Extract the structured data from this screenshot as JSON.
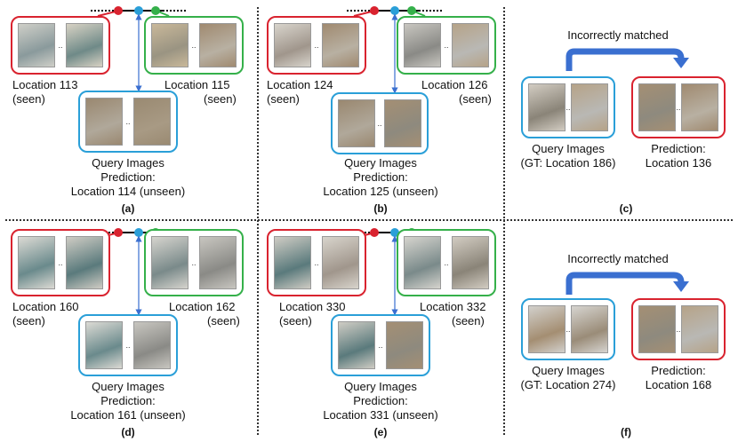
{
  "panels": [
    {
      "id": "a",
      "left_label": "Location 113",
      "left_sub": "(seen)",
      "right_label": "Location 115",
      "right_sub": "(seen)",
      "q1": "Query Images",
      "q2": "Prediction:",
      "q3": "Location 114 (unseen)",
      "tag": "(a)"
    },
    {
      "id": "b",
      "left_label": "Location 124",
      "left_sub": "(seen)",
      "right_label": "Location 126",
      "right_sub": "(seen)",
      "q1": "Query Images",
      "q2": "Prediction:",
      "q3": "Location 125 (unseen)",
      "tag": "(b)"
    },
    {
      "id": "d",
      "left_label": "Location 160",
      "left_sub": "(seen)",
      "right_label": "Location 162",
      "right_sub": "(seen)",
      "q1": "Query Images",
      "q2": "Prediction:",
      "q3": "Location 161 (unseen)",
      "tag": "(d)"
    },
    {
      "id": "e",
      "left_label": "Location 330",
      "left_sub": "(seen)",
      "right_label": "Location 332",
      "right_sub": "(seen)",
      "q1": "Query Images",
      "q2": "Prediction:",
      "q3": "Location 331 (unseen)",
      "tag": "(e)"
    }
  ],
  "wrong": [
    {
      "id": "c",
      "title": "Incorrectly matched",
      "q1": "Query Images",
      "q2": "(GT: Location 186)",
      "p1": "Prediction:",
      "p2": "Location 136",
      "tag": "(c)"
    },
    {
      "id": "f",
      "title": "Incorrectly matched",
      "q1": "Query Images",
      "q2": "(GT: Location 274)",
      "p1": "Prediction:",
      "p2": "Location 168",
      "tag": "(f)"
    }
  ],
  "ellipsis": "..",
  "colors": {
    "seen_left": "#d9232f",
    "seen_right": "#35b04a",
    "query": "#2a9fd8",
    "arrow": "#3a6fd0"
  },
  "photo_tones": [
    [
      "#8a9a9c",
      "#cfcfc8"
    ],
    [
      "#6f8a88",
      "#d8d2c4"
    ],
    [
      "#9a9482",
      "#c9b89a"
    ],
    [
      "#b8b0a2",
      "#a08a70"
    ],
    [
      "#b0a89a",
      "#9a8870"
    ],
    [
      "#a89a84",
      "#9a8a72"
    ],
    [
      "#a0968c",
      "#d8d4cc"
    ],
    [
      "#8a8a86",
      "#c8c6c0"
    ],
    [
      "#8a8478",
      "#d2ccc2"
    ],
    [
      "#6a8a8c",
      "#dcdad4"
    ],
    [
      "#5a7a7c",
      "#cfccc4"
    ],
    [
      "#7a8a8a",
      "#d6d4ce"
    ],
    [
      "#b9b8b4",
      "#b6a388"
    ],
    [
      "#8e8a7e",
      "#a48f74"
    ],
    [
      "#a48e72",
      "#d2d0cc"
    ],
    [
      "#9a8c78",
      "#d6d4d0"
    ]
  ]
}
